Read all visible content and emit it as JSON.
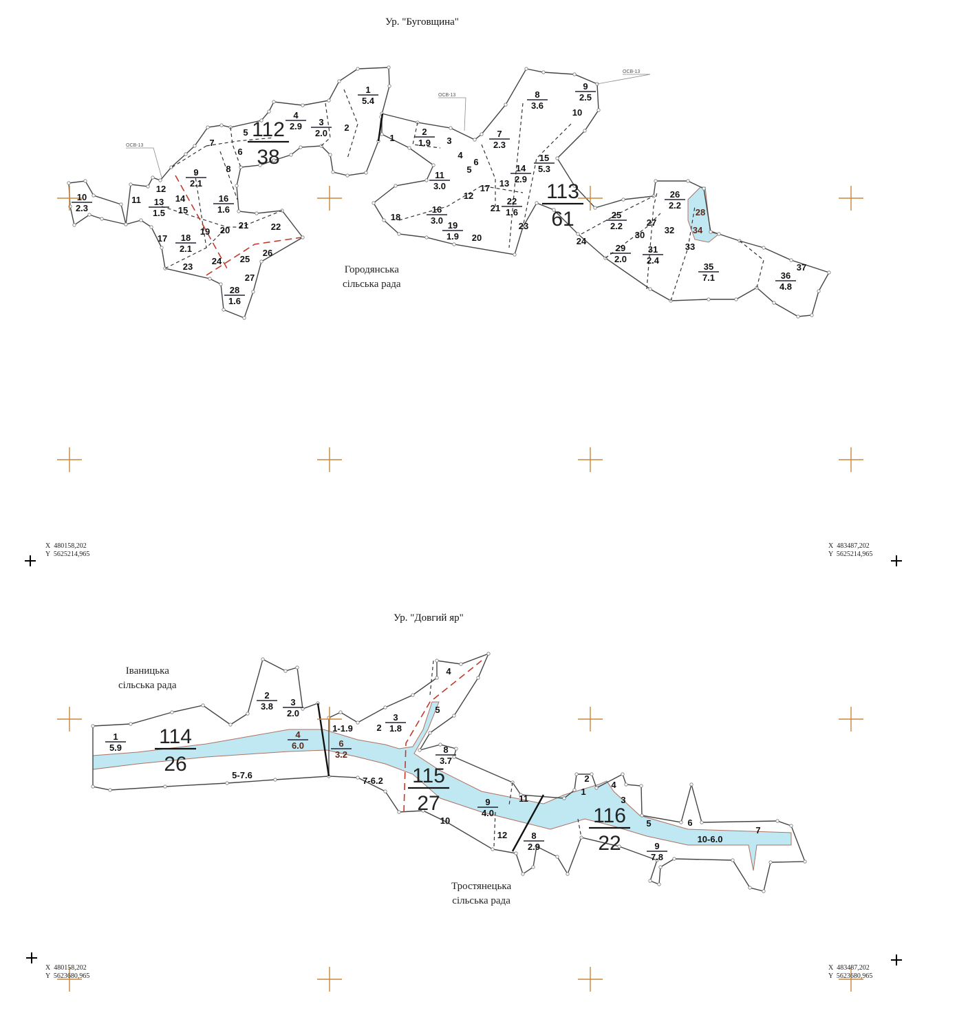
{
  "sections": [
    {
      "title": "Ур. \"Буговщина\"",
      "council": [
        "Городянська",
        "сільська рада"
      ],
      "coords_left": [
        "X  480158,202",
        "Y  5625214,965"
      ],
      "coords_right": [
        "X  483487,202",
        "Y  5625214,965"
      ],
      "roads": [
        "ОСВ-13",
        "ОСВ-13",
        "ОСВ-13"
      ],
      "quarters": [
        {
          "number": "112",
          "area": "38"
        },
        {
          "number": "113",
          "area": "61"
        }
      ],
      "plots": [
        {
          "n": "1",
          "a": "5.4"
        },
        {
          "n": "4",
          "a": "2.9"
        },
        {
          "n": "3",
          "a": "2.0"
        },
        {
          "n": "2"
        },
        {
          "n": "5"
        },
        {
          "n": "7"
        },
        {
          "n": "6"
        },
        {
          "n": "8"
        },
        {
          "n": "9",
          "a": "2.1"
        },
        {
          "n": "10",
          "a": "2.3"
        },
        {
          "n": "11"
        },
        {
          "n": "12"
        },
        {
          "n": "13",
          "a": "1.5"
        },
        {
          "n": "14"
        },
        {
          "n": "15"
        },
        {
          "n": "16",
          "a": "1.6"
        },
        {
          "n": "17"
        },
        {
          "n": "18",
          "a": "2.1"
        },
        {
          "n": "19"
        },
        {
          "n": "20"
        },
        {
          "n": "21"
        },
        {
          "n": "22"
        },
        {
          "n": "23"
        },
        {
          "n": "24"
        },
        {
          "n": "25"
        },
        {
          "n": "26"
        },
        {
          "n": "27"
        },
        {
          "n": "28",
          "a": "1.6"
        },
        {
          "n": "1"
        },
        {
          "n": "2",
          "a": "1.9"
        },
        {
          "n": "3"
        },
        {
          "n": "4"
        },
        {
          "n": "5"
        },
        {
          "n": "6"
        },
        {
          "n": "7",
          "a": "2.3"
        },
        {
          "n": "8",
          "a": "3.6"
        },
        {
          "n": "9",
          "a": "2.5"
        },
        {
          "n": "10"
        },
        {
          "n": "11",
          "a": "3.0"
        },
        {
          "n": "12"
        },
        {
          "n": "13"
        },
        {
          "n": "14",
          "a": "2.9"
        },
        {
          "n": "15",
          "a": "5.3"
        },
        {
          "n": "16",
          "a": "3.0"
        },
        {
          "n": "17"
        },
        {
          "n": "18"
        },
        {
          "n": "19",
          "a": "1.9"
        },
        {
          "n": "20"
        },
        {
          "n": "21"
        },
        {
          "n": "22",
          "a": "1.6"
        },
        {
          "n": "23"
        },
        {
          "n": "24"
        },
        {
          "n": "25",
          "a": "2.2"
        },
        {
          "n": "26",
          "a": "2.2"
        },
        {
          "n": "27"
        },
        {
          "n": "28"
        },
        {
          "n": "29",
          "a": "2.0"
        },
        {
          "n": "30"
        },
        {
          "n": "31",
          "a": "2.4"
        },
        {
          "n": "32"
        },
        {
          "n": "33"
        },
        {
          "n": "34"
        },
        {
          "n": "35",
          "a": "7.1"
        },
        {
          "n": "36",
          "a": "4.8"
        },
        {
          "n": "37"
        }
      ]
    },
    {
      "title": "Ур. \"Довгий яр\"",
      "council": [
        "Іваницька",
        "сільська рада"
      ],
      "council2": [
        "Тростянецька",
        "сільська рада"
      ],
      "coords_left": [
        "X  480158,202",
        "Y  5623680,965"
      ],
      "coords_right": [
        "X  483487,202",
        "Y  5623680,965"
      ],
      "quarters": [
        {
          "number": "114",
          "area": "26"
        },
        {
          "number": "115",
          "area": "27"
        },
        {
          "number": "116",
          "area": "22"
        }
      ],
      "plots": [
        {
          "n": "1",
          "a": "5.9"
        },
        {
          "n": "2",
          "a": "3.8"
        },
        {
          "n": "3",
          "a": "2.0"
        },
        {
          "n": "4",
          "a": "6.0"
        },
        {
          "n": "5-7.6"
        },
        {
          "n": "1-1.9"
        },
        {
          "n": "6",
          "a": "3.2"
        },
        {
          "n": "2"
        },
        {
          "n": "3",
          "a": "1.8"
        },
        {
          "n": "4"
        },
        {
          "n": "5"
        },
        {
          "n": "7-6.2"
        },
        {
          "n": "8",
          "a": "3.7"
        },
        {
          "n": "9",
          "a": "4.0"
        },
        {
          "n": "10"
        },
        {
          "n": "11"
        },
        {
          "n": "12"
        },
        {
          "n": "8",
          "a": "2.9"
        },
        {
          "n": "1"
        },
        {
          "n": "2"
        },
        {
          "n": "3"
        },
        {
          "n": "4"
        },
        {
          "n": "5"
        },
        {
          "n": "6"
        },
        {
          "n": "7"
        },
        {
          "n": "9",
          "a": "7.8"
        },
        {
          "n": "10-6.0"
        }
      ]
    }
  ],
  "colors": {
    "water": "#bfe8f2",
    "boundary": "#444444",
    "crosshair": "#c8873a",
    "stream": "#c0392b"
  }
}
